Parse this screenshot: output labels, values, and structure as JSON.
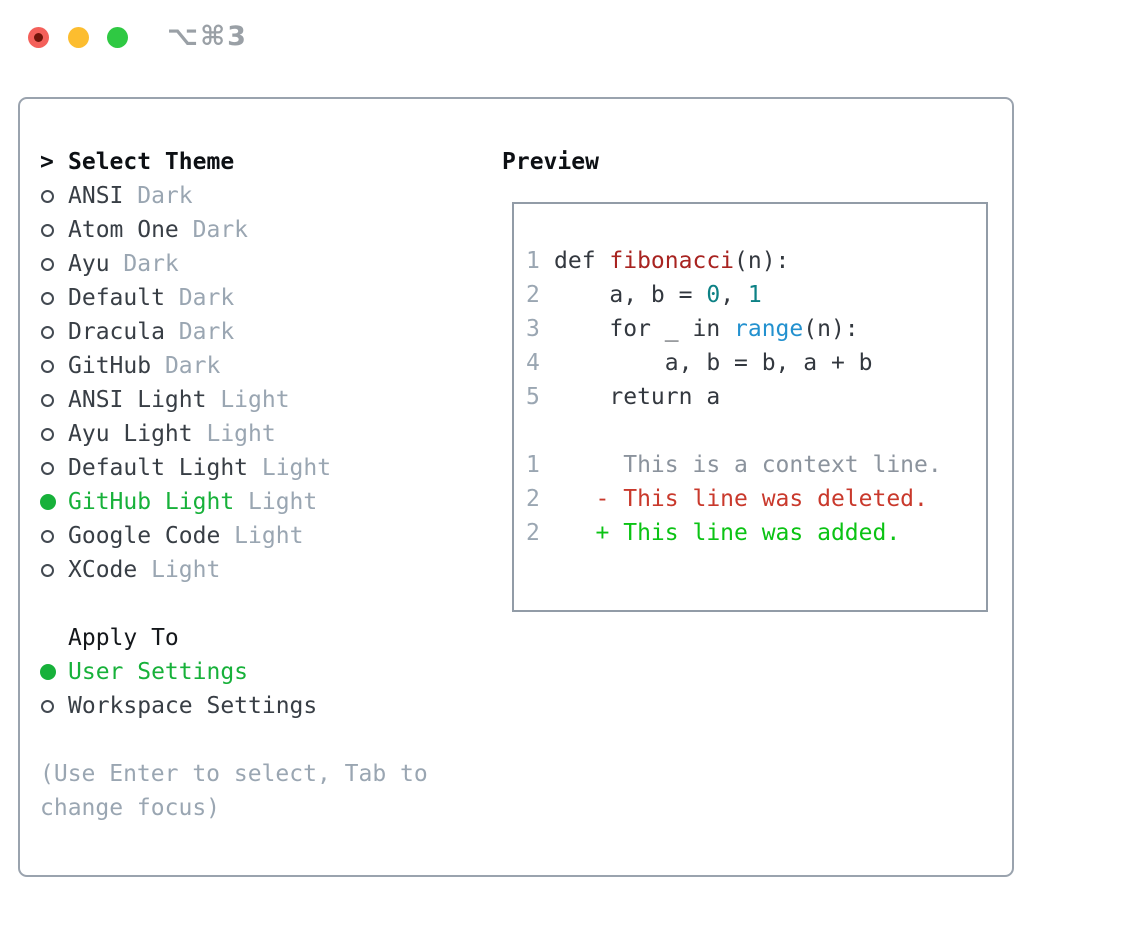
{
  "window": {
    "title": "⌥⌘3",
    "traffic_lights": [
      {
        "name": "close",
        "color": "#f4605a",
        "inner_dot": "#70150a"
      },
      {
        "name": "minimize",
        "color": "#fcbd2f"
      },
      {
        "name": "zoom",
        "color": "#2fc943"
      }
    ]
  },
  "theme_panel": {
    "header_prefix": ">",
    "header": "Select Theme",
    "themes": [
      {
        "name": "ANSI",
        "variant": "Dark",
        "selected": false
      },
      {
        "name": "Atom One",
        "variant": "Dark",
        "selected": false
      },
      {
        "name": "Ayu",
        "variant": "Dark",
        "selected": false
      },
      {
        "name": "Default",
        "variant": "Dark",
        "selected": false
      },
      {
        "name": "Dracula",
        "variant": "Dark",
        "selected": false
      },
      {
        "name": "GitHub",
        "variant": "Dark",
        "selected": false
      },
      {
        "name": "ANSI Light",
        "variant": "Light",
        "selected": false
      },
      {
        "name": "Ayu Light",
        "variant": "Light",
        "selected": false
      },
      {
        "name": "Default Light",
        "variant": "Light",
        "selected": false
      },
      {
        "name": "GitHub Light",
        "variant": "Light",
        "selected": true
      },
      {
        "name": "Google Code",
        "variant": "Light",
        "selected": false
      },
      {
        "name": "XCode",
        "variant": "Light",
        "selected": false
      }
    ],
    "apply_to": {
      "header": "Apply To",
      "options": [
        {
          "name": "User Settings",
          "selected": true
        },
        {
          "name": "Workspace Settings",
          "selected": false
        }
      ]
    },
    "help_lines": [
      "(Use Enter to select, Tab to",
      "change focus)"
    ]
  },
  "preview": {
    "header": "Preview",
    "lines": [
      {
        "num": "1",
        "segments": [
          {
            "t": "def ",
            "c": "code"
          },
          {
            "t": "fibonacci",
            "c": "func"
          },
          {
            "t": "(n):",
            "c": "code"
          }
        ]
      },
      {
        "num": "2",
        "segments": [
          {
            "t": "    a, b = ",
            "c": "code"
          },
          {
            "t": "0",
            "c": "num"
          },
          {
            "t": ", ",
            "c": "code"
          },
          {
            "t": "1",
            "c": "num"
          }
        ]
      },
      {
        "num": "3",
        "segments": [
          {
            "t": "    for _ in ",
            "c": "code"
          },
          {
            "t": "range",
            "c": "builtin"
          },
          {
            "t": "(n):",
            "c": "code"
          }
        ]
      },
      {
        "num": "4",
        "segments": [
          {
            "t": "        a, b = b, a + b",
            "c": "code"
          }
        ]
      },
      {
        "num": "5",
        "segments": [
          {
            "t": "    return a",
            "c": "code"
          }
        ]
      },
      {
        "num": "",
        "segments": []
      },
      {
        "num": "1",
        "segments": [
          {
            "t": "     This is a context line.",
            "c": "ctx"
          }
        ]
      },
      {
        "num": "2",
        "segments": [
          {
            "t": "   - This line was deleted.",
            "c": "del"
          }
        ]
      },
      {
        "num": "2",
        "segments": [
          {
            "t": "   + This line was added.",
            "c": "add"
          }
        ]
      }
    ]
  },
  "colors": {
    "selected_green": "#17b13a",
    "added_green": "#0bc314",
    "deleted_red": "#c9392c",
    "context_gray": "#8b939d",
    "function_red": "#a82320",
    "number_teal": "#0d8185",
    "builtin_blue": "#2391cf",
    "muted_text": "#9aa6b2",
    "label_text": "#383e45",
    "panel_border": "#9aa3ae"
  }
}
